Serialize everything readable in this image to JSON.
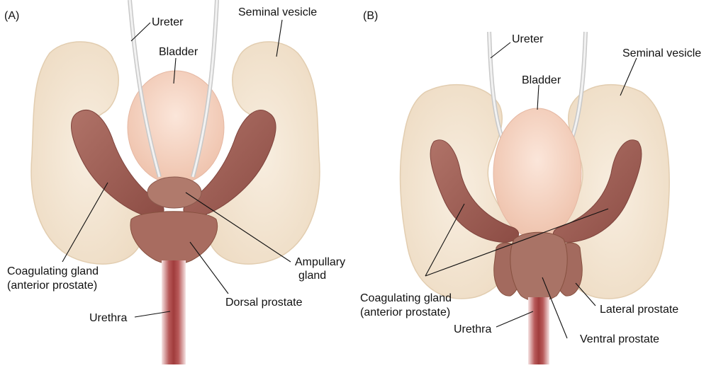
{
  "panels": [
    {
      "id": "A",
      "panel_label": "(A)",
      "labels": {
        "ureter": "Ureter",
        "seminal_vesicle": "Seminal vesicle",
        "bladder": "Bladder",
        "coagulating_gland": [
          "Coagulating gland",
          "(anterior prostate)"
        ],
        "ampullary_gland": [
          "Ampullary",
          "gland"
        ],
        "dorsal_prostate": "Dorsal prostate",
        "urethra": "Urethra"
      }
    },
    {
      "id": "B",
      "panel_label": "(B)",
      "labels": {
        "ureter": "Ureter",
        "bladder": "Bladder",
        "seminal_vesicle": "Seminal vesicle",
        "coagulating_gland": [
          "Coagulating gland",
          "(anterior prostate)"
        ],
        "lateral_prostate": "Lateral prostate",
        "urethra": "Urethra",
        "ventral_prostate": "Ventral prostate"
      }
    }
  ],
  "colors": {
    "seminal_vesicle": "#f3e6d4",
    "bladder": "#f5d5c4",
    "coagulating_gland": "#9c5b52",
    "prostate": "#a36a5e",
    "urethra": "#b04c4c",
    "ureter": "#d9d9d9"
  }
}
